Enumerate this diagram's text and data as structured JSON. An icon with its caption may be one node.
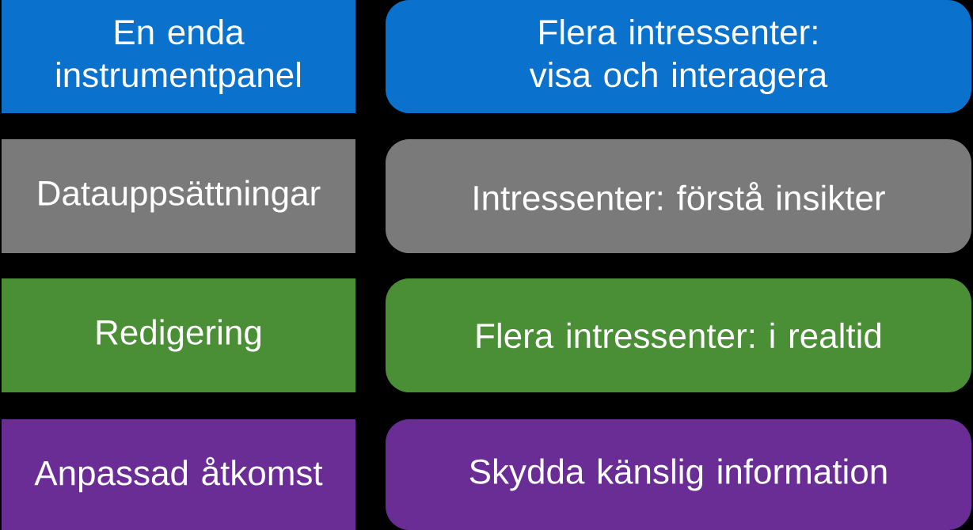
{
  "diagram": {
    "nodes": [
      {
        "text": [
          "En enda instrumentpanel"
        ]
      },
      {
        "text": [
          "Flera intressenter: visa och interagera"
        ]
      },
      {
        "text": [
          "Datauppsättningar"
        ]
      },
      {
        "text": [
          "Intressenter: förstå insikter"
        ]
      },
      {
        "text": [
          "Redigering"
        ]
      },
      {
        "text": [
          "Flera intressenter: i realtid"
        ]
      },
      {
        "text": [
          "Anpassad åtkomst"
        ]
      },
      {
        "text": [
          "Skydda känslig information"
        ]
      }
    ]
  }
}
